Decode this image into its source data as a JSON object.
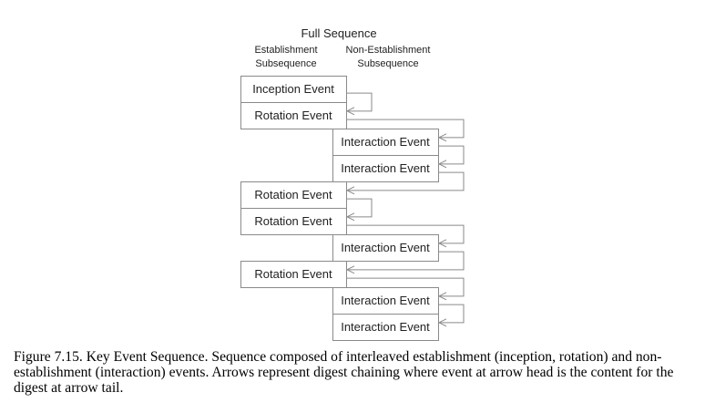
{
  "header": {
    "title": "Full Sequence",
    "establishment": [
      "Establishment",
      "Subsequence"
    ],
    "non_establishment": [
      "Non-Establishment",
      "Subsequence"
    ]
  },
  "events": [
    {
      "label": "Inception Event",
      "column": "establishment"
    },
    {
      "label": "Rotation Event",
      "column": "establishment"
    },
    {
      "label": "Interaction Event",
      "column": "non-establishment"
    },
    {
      "label": "Interaction  Event",
      "column": "non-establishment"
    },
    {
      "label": "Rotation Event",
      "column": "establishment"
    },
    {
      "label": "Rotation Event",
      "column": "establishment"
    },
    {
      "label": "Interaction Event",
      "column": "non-establishment"
    },
    {
      "label": "Rotation Event",
      "column": "establishment"
    },
    {
      "label": "Interaction Event",
      "column": "non-establishment"
    },
    {
      "label": "Interaction Event",
      "column": "non-establishment"
    }
  ],
  "caption": "Figure 7.15.  Key Event Sequence. Sequence composed of interleaved establishment (inception, rotation) and non-establishment (interaction) events. Arrows represent digest chaining where event at arrow head is the content for the digest at arrow tail.",
  "colors": {
    "box_stroke": "#8a8a8a",
    "text": "#222222"
  }
}
